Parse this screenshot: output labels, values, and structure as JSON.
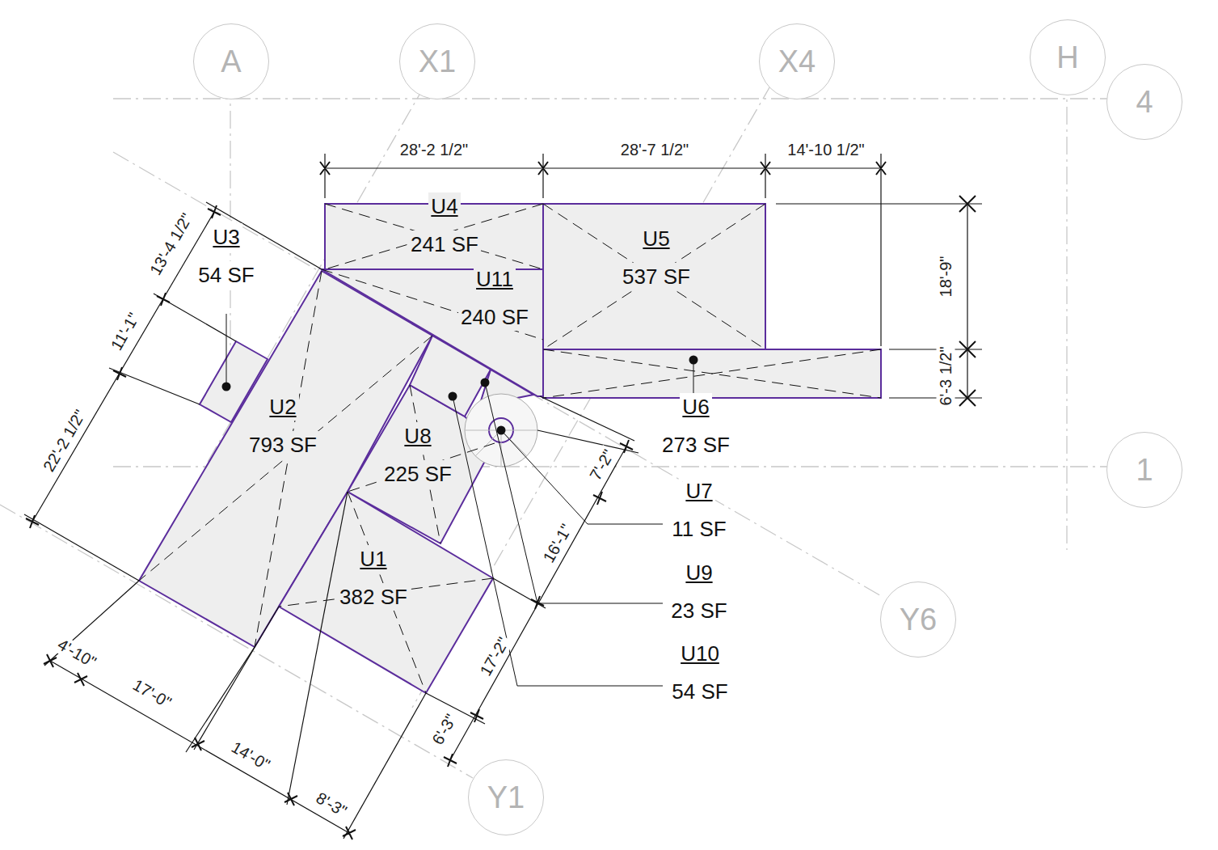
{
  "diagram": {
    "nodes": [
      {
        "text": [
          "A"
        ]
      },
      {
        "text": [
          "X1"
        ]
      },
      {
        "text": [
          "X4"
        ]
      },
      {
        "text": [
          "H"
        ]
      },
      {
        "text": [
          "4"
        ]
      },
      {
        "text": [
          "U4",
          "241 SF"
        ]
      },
      {
        "text": [
          "U3",
          "54 SF"
        ]
      },
      {
        "text": [
          "U5",
          "537 SF"
        ]
      },
      {
        "text": [
          "U11",
          "240 SF"
        ]
      },
      {
        "text": [
          "U2",
          "793 SF"
        ]
      },
      {
        "text": [
          "U8",
          "225 SF"
        ]
      },
      {
        "text": [
          "U6",
          "273 SF"
        ]
      },
      {
        "text": [
          "1"
        ]
      },
      {
        "text": [
          "U7",
          "11 SF"
        ]
      },
      {
        "text": [
          "U1",
          "382 SF"
        ]
      },
      {
        "text": [
          "U9",
          "23 SF"
        ]
      },
      {
        "text": [
          "Y6"
        ]
      },
      {
        "text": [
          "U10",
          "54 SF"
        ]
      },
      {
        "text": [
          "Y1"
        ]
      }
    ],
    "labels": [
      "28'-2 1/2\"",
      "28'-7 1/2\"",
      "14'-10 1/2\"",
      "13'-4 1/2\"",
      "18'-9\"",
      "11'-1\"",
      "6'-3 1/2\"",
      "22'-2 1/2\"",
      "7'-2\"",
      "16'-1\"",
      "4'-10\"",
      "17'-2\"",
      "17'-0\"",
      "6'-3\"",
      "14'-0\"",
      "8'-3\""
    ]
  }
}
